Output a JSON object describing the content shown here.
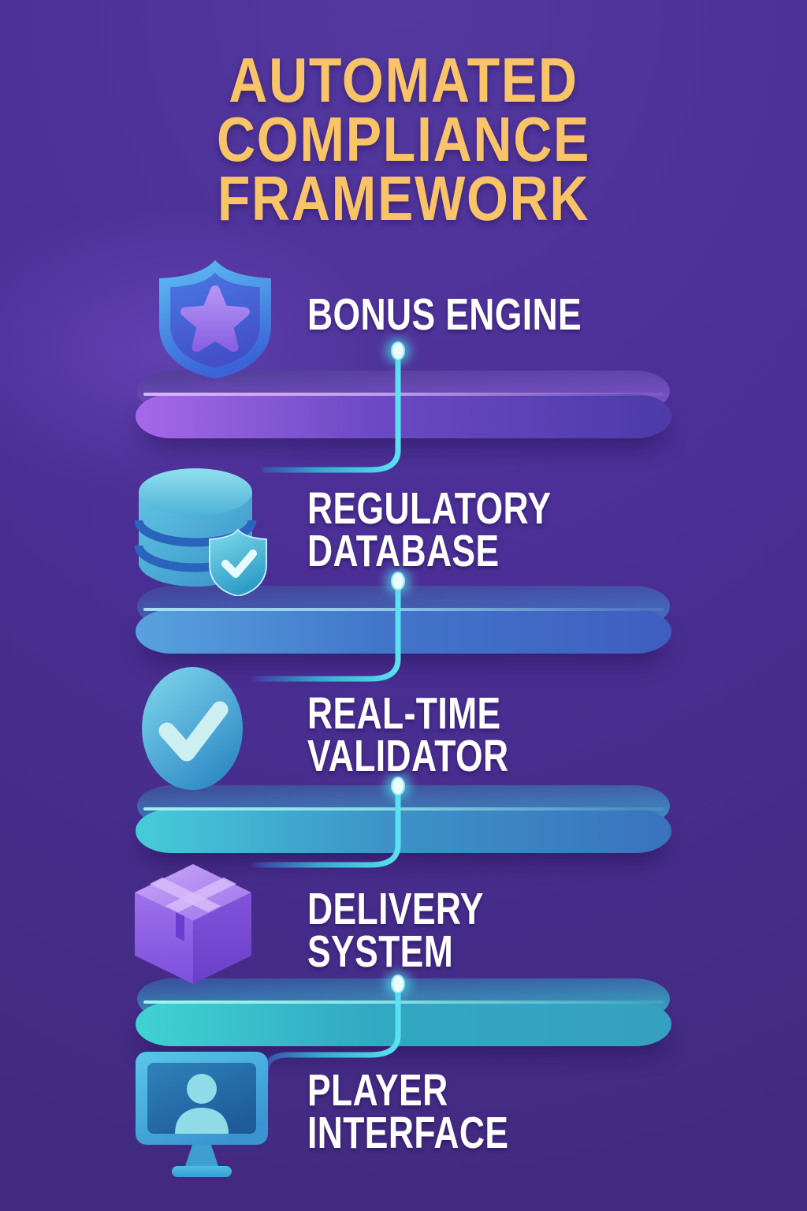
{
  "title": {
    "lines": [
      "AUTOMATED",
      "COMPLIANCE",
      "FRAMEWORK"
    ]
  },
  "steps": [
    {
      "label_lines": [
        "BONUS ENGINE"
      ],
      "icon": "shield-star-icon",
      "bar": {
        "from": "#a569ea",
        "mid": "#6b49c4",
        "to": "#4c3ba8",
        "top_back": "#55409d",
        "top_front": "#7e55cd",
        "highlight": "#d9b4f8"
      }
    },
    {
      "label_lines": [
        "REGULATORY",
        "DATABASE"
      ],
      "icon": "database-shield-icon",
      "bar": {
        "from": "#58a2de",
        "mid": "#4276ca",
        "to": "#3f5ec0",
        "top_back": "#44479c",
        "top_front": "#4472c6",
        "highlight": "#a6e0f6"
      }
    },
    {
      "label_lines": [
        "REAL-TIME",
        "VALIDATOR"
      ],
      "icon": "checkmark-circle-icon",
      "bar": {
        "from": "#46ccd9",
        "mid": "#3d94c8",
        "to": "#3a72be",
        "top_back": "#40519e",
        "top_front": "#3f92c6",
        "highlight": "#9df0f2"
      }
    },
    {
      "label_lines": [
        "DELIVERY",
        "SYSTEM"
      ],
      "icon": "package-box-icon",
      "bar": {
        "from": "#3fd2d3",
        "mid": "#32a8c2",
        "to": "#35a0c0",
        "top_back": "#3b56a0",
        "top_front": "#37abc4",
        "highlight": "#a2f4ee"
      }
    },
    {
      "label_lines": [
        "PLAYER",
        "INTERFACE"
      ],
      "icon": "monitor-user-icon",
      "bar": null
    }
  ],
  "colors": {
    "background": "#4b2f96",
    "title_text": "#f8c467",
    "label_text": "#ffffff",
    "connector": "#4fd8ea",
    "connector_dot": "#eafcfe"
  }
}
